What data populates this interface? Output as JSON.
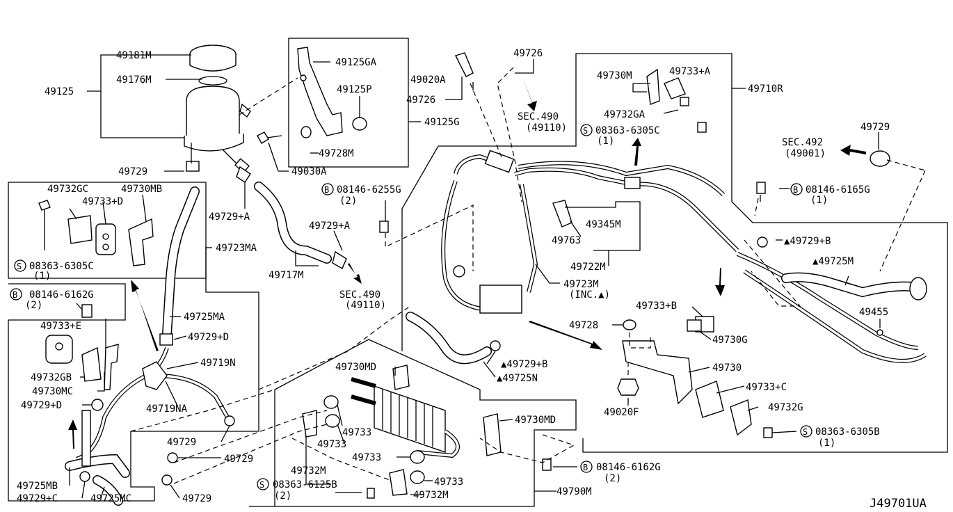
{
  "diagram_code": "J49701UA",
  "labels": {
    "p49181M": "49181M",
    "p49176M": "49176M",
    "p49125": "49125",
    "p49125GA": "49125GA",
    "p49125P": "49125P",
    "p49125G": "49125G",
    "p49728M": "49728M",
    "p49030A": "49030A",
    "p49020A": "49020A",
    "p49726a": "49726",
    "p49726b": "49726",
    "sec490a_1": "SEC.490",
    "sec490a_2": "(49110)",
    "p49730M": "49730M",
    "p49733A": "49733+A",
    "p49710R": "49710R",
    "p49732GA": "49732GA",
    "s08363_6305C_a": "08363-6305C",
    "q1_a": "(1)",
    "p49729_top": "49729",
    "sec492_1": "SEC.492",
    "sec492_2": "(49001)",
    "b08146_6165G": "08146-6165G",
    "q1_b": "(1)",
    "p49729_left": "49729",
    "b08146_6255G": "08146-6255G",
    "q2_a": "(2)",
    "p49732GC": "49732GC",
    "p49730MB": "49730MB",
    "p49733D": "49733+D",
    "s08363_6305C_b": "08363-6305C",
    "q1_c": "(1)",
    "p49729A_a": "49729+A",
    "p49729A_b": "49729+A",
    "p49723MA": "49723MA",
    "p49717M": "49717M",
    "sec490b_1": "SEC.490",
    "sec490b_2": "(49110)",
    "p49345M": "49345M",
    "p49763": "49763",
    "p49722M": "49722M",
    "p49723M": "49723M",
    "inc": "(INC.▲)",
    "p49729B_a": "▲49729+B",
    "p49725M": "▲49725M",
    "p49455": "49455",
    "b08146_6162G_a": "08146-6162G",
    "q2_b": "(2)",
    "p49733E": "49733+E",
    "p49732GB": "49732GB",
    "p49730MC": "49730MC",
    "p49729D_a": "49729+D",
    "p49729D_b": "49729+D",
    "p49725MA": "49725MA",
    "p49719N": "49719N",
    "p49719NA": "49719NA",
    "p49729_mid": "49729",
    "p49729_b1": "49729",
    "p49729_b2": "49729",
    "p49725MB": "49725MB",
    "p49729C": "49729+C",
    "p49725MC": "49725MC",
    "p49733B": "49733+B",
    "p49730G": "49730G",
    "p49728": "49728",
    "p49730": "49730",
    "p49733C": "49733+C",
    "p49732G": "49732G",
    "p49020F": "49020F",
    "s08363_6305B": "08363-6305B",
    "q1_d": "(1)",
    "p49729B_b": "▲49729+B",
    "p49725N": "▲49725N",
    "p49730MD_a": "49730MD",
    "p49730MD_b": "49730MD",
    "p49733_a": "49733",
    "p49733_b": "49733",
    "p49733_c": "49733",
    "p49733_d": "49733",
    "p49732M_a": "49732M",
    "p49732M_b": "49732M",
    "s08363_6125B": "08363-6125B",
    "q2_c": "(2)",
    "b08146_6162G_b": "08146-6162G",
    "q2_d": "(2)",
    "p49790M": "49790M",
    "bolt_symbol": "B",
    "screw_symbol": "S"
  }
}
